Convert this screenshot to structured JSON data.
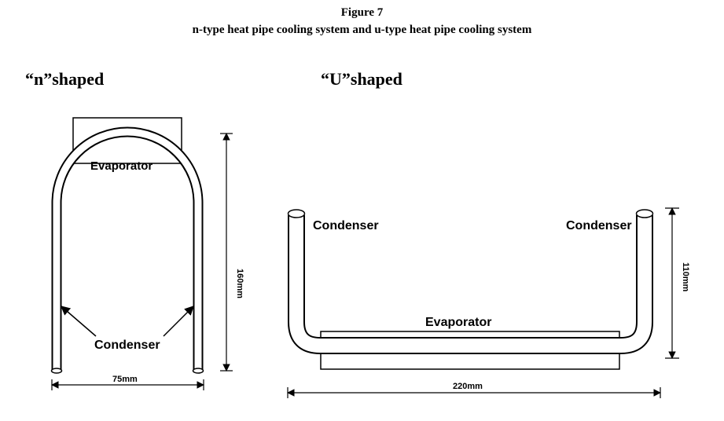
{
  "figure": {
    "number": "Figure 7",
    "caption": "n-type heat pipe cooling system and u-type heat pipe cooling system"
  },
  "n_shaped": {
    "title": "“n”shaped",
    "evaporator_label": "Evaporator",
    "condenser_label": "Condenser",
    "height_dim": "160mm",
    "width_dim": "75mm"
  },
  "u_shaped": {
    "title": "“U”shaped",
    "condenser_left_label": "Condenser",
    "condenser_right_label": "Condenser",
    "evaporator_label": "Evaporator",
    "height_dim": "110mm",
    "width_dim": "220mm"
  }
}
